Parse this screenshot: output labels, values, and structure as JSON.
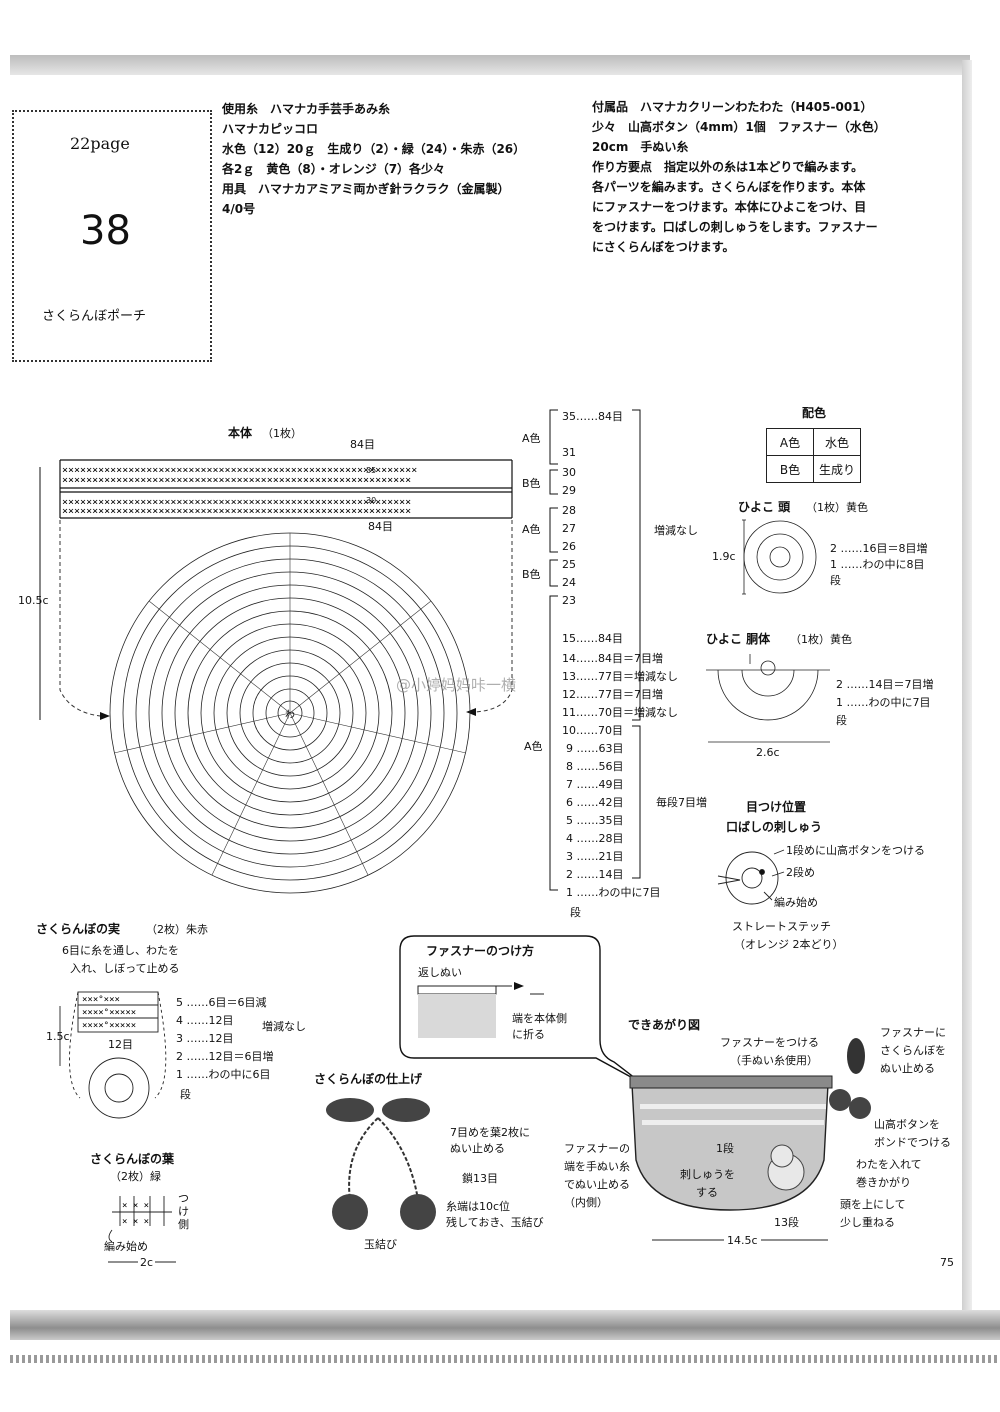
{
  "header": {
    "page_ref": "22page",
    "number": "38",
    "title": "さくらんぼポーチ"
  },
  "materials": {
    "lines": [
      "使用糸　ハマナカ手芸手あみ糸",
      "ハマナカピッコロ",
      "水色（12）20ｇ　生成り（2）・緑（24）・朱赤（26）",
      "各2ｇ　黄色（8）・オレンジ（7）各少々",
      "用具　ハマナカアミアミ両かぎ針ラクラク（金属製）",
      "4/0号"
    ]
  },
  "accessories": {
    "lines": [
      "付属品　ハマナカクリーンわたわた（H405-001）",
      "少々　山高ボタン（4mm）1個　ファスナー（水色）",
      "20cm　手ぬい糸",
      "作り方要点　指定以外の糸は1本どりで編みます。",
      "各パーツを編みます。さくらんぼを作ります。本体",
      "にファスナーをつけます。本体にひよこをつけ、目",
      "をつけます。口ばしの刺しゅうをします。ファスナー",
      "にさくらんぼをつけます。"
    ]
  },
  "body_chart": {
    "title": "本体",
    "count": "（1枚）",
    "top_stitches": "84目",
    "bottom_stitches": "84目",
    "height": "10.5c",
    "row35": "35",
    "row30": "30",
    "start": "わ",
    "rows": [
      {
        "label": "35……84目"
      },
      {
        "label": "31"
      },
      {
        "label": "30"
      },
      {
        "label": "29"
      },
      {
        "label": "28"
      },
      {
        "label": "27"
      },
      {
        "label": "26"
      },
      {
        "label": "25"
      },
      {
        "label": "24"
      },
      {
        "label": "23"
      },
      {
        "label": "15……84目"
      },
      {
        "label": "14……84目＝7目増"
      },
      {
        "label": "13……77目＝増減なし"
      },
      {
        "label": "12……77目＝7目増"
      },
      {
        "label": "11……70目＝増減なし"
      },
      {
        "label": "10……70目"
      },
      {
        "label": "9 ……63目"
      },
      {
        "label": "8 ……56目"
      },
      {
        "label": "7 ……49目"
      },
      {
        "label": "6 ……42目"
      },
      {
        "label": "5 ……35目"
      },
      {
        "label": "4 ……28目"
      },
      {
        "label": "3 ……21目"
      },
      {
        "label": "2 ……14目"
      },
      {
        "label": "1 ……わの中に7目"
      }
    ],
    "color_groups": [
      "A色",
      "B色",
      "A色",
      "B色",
      "A色"
    ],
    "no_change": "増減なし",
    "each_row": "毎段7目増",
    "row_unit": "段"
  },
  "color_table": {
    "title": "配色",
    "rows": [
      [
        "A色",
        "水色"
      ],
      [
        "B色",
        "生成り"
      ]
    ]
  },
  "chick_head": {
    "title": "ひよこ 頭",
    "count": "（1枚）黄色",
    "size": "1.9c",
    "row2": "2 ……16目＝8目増",
    "row1": "1 ……わの中に8目",
    "unit": "段"
  },
  "chick_body": {
    "title": "ひよこ 胴体",
    "count": "（1枚）黄色",
    "size": "2.6c",
    "row2": "2 ……14目＝7目増",
    "row1": "1 ……わの中に7目",
    "unit": "段"
  },
  "eye_position": {
    "title1": "目つけ位置",
    "title2": "口ばしの刺しゅう",
    "note1": "1段めに山高ボタンをつける",
    "note2": "2段め",
    "note3": "編み始め",
    "note4": "ストレートステッチ",
    "note5": "（オレンジ 2本どり）"
  },
  "watermark": "@小婷妈妈咔一横",
  "cherry": {
    "title": "さくらんぼの実",
    "count": "（2枚）朱赤",
    "note": "6目に糸を通し、わたを",
    "note2": "入れ、しぼって止める",
    "size": "1.5c",
    "top_row": "12目",
    "row5": "5 ……6目＝6目減",
    "row4": "4 ……12目",
    "row3": "3 ……12目",
    "row2": "2 ……12目＝6目増",
    "row1": "1 ……わの中に6目",
    "no_change": "増減なし",
    "unit": "段"
  },
  "leaf": {
    "title": "さくらんぼの葉",
    "count": "（2枚）緑",
    "attach": "つけ側",
    "start": "編み始め",
    "width": "2c"
  },
  "zipper_box": {
    "title": "ファスナーのつけ方",
    "backstitch": "返しぬい",
    "fold": "端を本体側",
    "fold2": "に折る"
  },
  "cherry_finish": {
    "title": "さくらんぼの仕上げ",
    "note1": "7目めを葉2枚に",
    "note1b": "ぬい止める",
    "chain": "鎖13目",
    "note2": "糸端は10c位",
    "note2b": "残しておき、玉結び",
    "knot": "玉結び"
  },
  "finished": {
    "title": "できあがり図",
    "zip1": "ファスナーをつける",
    "zip2": "（手ぬい糸使用）",
    "cherry1": "ファスナーに",
    "cherry2": "さくらんぼを",
    "cherry3": "ぬい止める",
    "btn1": "山高ボタンを",
    "btn2": "ボンドでつける",
    "cotton1": "わたを入れて",
    "cotton2": "巻きかがり",
    "head1": "頭を上にして",
    "head2": "少し重ねる",
    "edge1": "ファスナーの",
    "edge2": "端を手ぬい糸",
    "edge3": "でぬい止める",
    "edge4": "（内側）",
    "row1": "1段",
    "emb1": "刺しゅうを",
    "emb2": "する",
    "row13": "13段",
    "width": "14.5c"
  },
  "page_number": "75"
}
